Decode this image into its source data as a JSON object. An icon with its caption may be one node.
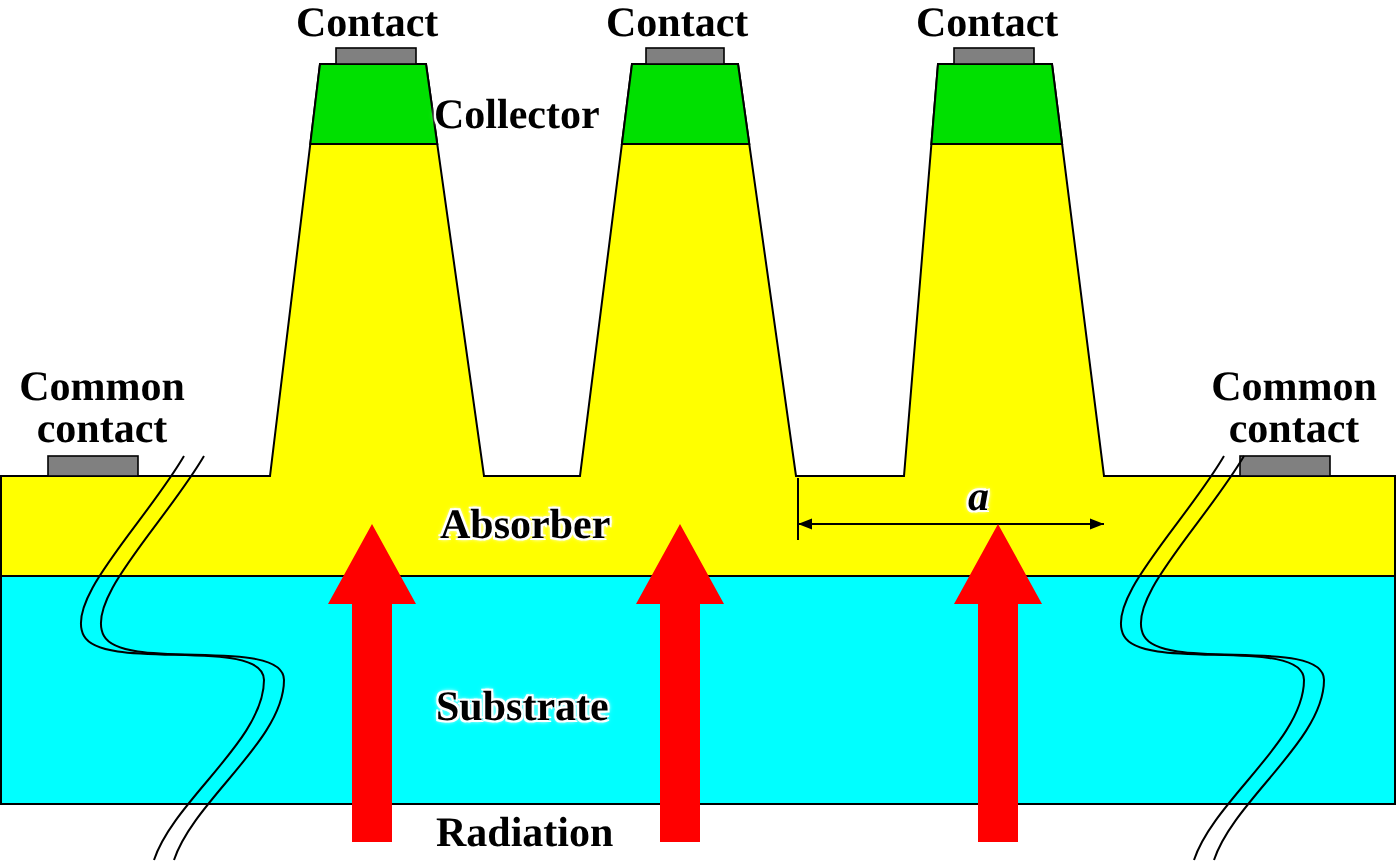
{
  "diagram": {
    "labels": [
      "Contact",
      "Contact",
      "Contact",
      "Collector",
      "Common contact",
      "Common contact",
      "Absorber",
      "a",
      "Substrate",
      "Radiation"
    ]
  }
}
